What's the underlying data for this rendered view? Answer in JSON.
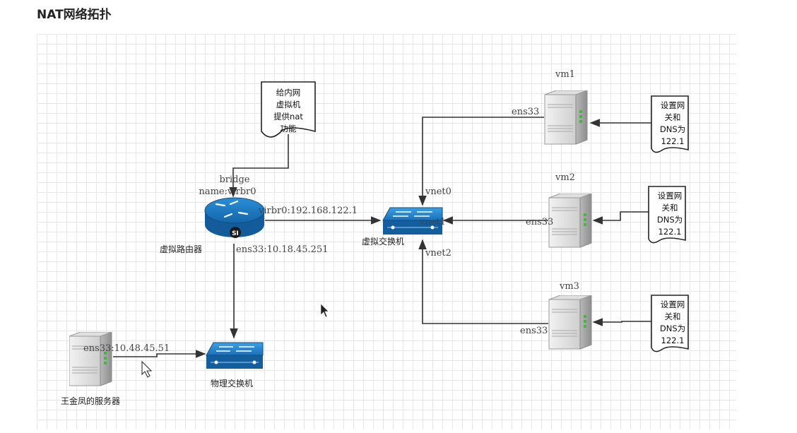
{
  "page": {
    "title": "NAT网络拓扑"
  },
  "router": {
    "bridge_line1": "bridge",
    "bridge_line2": "name:virbr0",
    "badge": "SI",
    "name": "虚拟路由器",
    "virbr0_ip": "virbr0:192.168.122.1",
    "ens33_ip": "ens33:10.18.45.251"
  },
  "router_note": {
    "lines": [
      "给内网",
      "虚拟机",
      "提供nat",
      "功能"
    ]
  },
  "virtual_switch": {
    "name": "虚拟交换机",
    "ports": [
      "vnet0",
      "vnet1",
      "vnet2"
    ]
  },
  "physical_switch": {
    "name": "物理交换机"
  },
  "host_server": {
    "name": "王金凤的服务器",
    "ens33_ip": "ens33:10.48.45.51"
  },
  "vms": [
    {
      "name": "vm1",
      "iface": "ens33",
      "note": [
        "设置网",
        "关和",
        "DNS为",
        "122.1"
      ]
    },
    {
      "name": "vm2",
      "iface": "ens33",
      "note": [
        "设置网",
        "关和",
        "DNS为",
        "122.1"
      ]
    },
    {
      "name": "vm3",
      "iface": "ens33",
      "note": [
        "设置网",
        "关和",
        "DNS为",
        "122.1"
      ]
    }
  ]
}
